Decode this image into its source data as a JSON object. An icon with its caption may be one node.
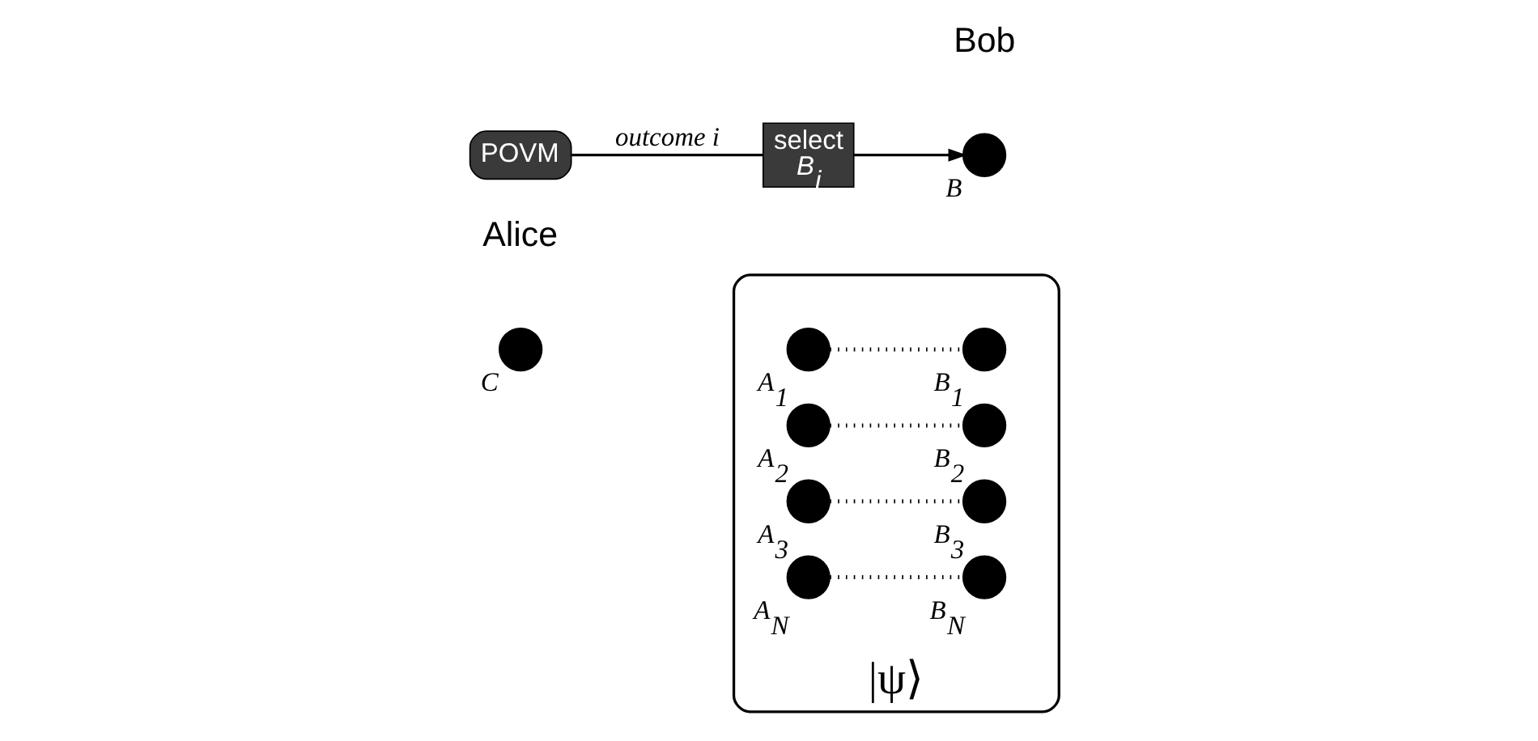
{
  "diagram": {
    "nodes": [
      {
        "text": [
          "|ψ⟩"
        ]
      },
      {
        "text": [],
        "shape": "circle",
        "in": 0,
        "beside": [
          "A$_{1}$"
        ]
      },
      {
        "text": [],
        "shape": "circle",
        "in": 0,
        "beside": [
          "A$_{2}$"
        ]
      },
      {
        "text": [],
        "shape": "circle",
        "in": 0,
        "beside": [
          "A$_{3}$"
        ]
      },
      {
        "text": [],
        "shape": "circle",
        "in": 0,
        "beside": [
          "A$_{N}$"
        ]
      },
      {
        "text": [],
        "shape": "circle",
        "in": 0,
        "beside": [
          "B$_{1}$"
        ]
      },
      {
        "text": [],
        "shape": "circle",
        "in": 0,
        "beside": [
          "B$_{2}$"
        ]
      },
      {
        "text": [],
        "shape": "circle",
        "in": 0,
        "beside": [
          "B$_{3}$"
        ]
      },
      {
        "text": [],
        "shape": "circle",
        "in": 0,
        "beside": [
          "B$_{N}$"
        ]
      },
      {
        "text": [],
        "shape": "circle",
        "beside": [
          "C"
        ]
      },
      {
        "text": [
          "POVM"
        ]
      },
      {
        "text": [
          "select",
          "B$_{i}$"
        ]
      },
      {
        "text": [],
        "shape": "circle",
        "beside": [
          "B"
        ]
      }
    ],
    "edges": [
      {
        "from": 1,
        "to": 5,
        "arrow": "none",
        "style": "dashed"
      },
      {
        "from": 2,
        "to": 6,
        "arrow": "none",
        "style": "dashed"
      },
      {
        "from": 3,
        "to": 7,
        "arrow": "none",
        "style": "dashed"
      },
      {
        "from": 4,
        "to": 8,
        "arrow": "none",
        "style": "dashed"
      },
      {
        "from": 11,
        "to": 12,
        "arrow": "to"
      },
      {
        "from": 10,
        "to": 11,
        "arrow": "none",
        "label": "outcome i"
      }
    ],
    "labels": [
      "Alice",
      "Bob"
    ]
  }
}
